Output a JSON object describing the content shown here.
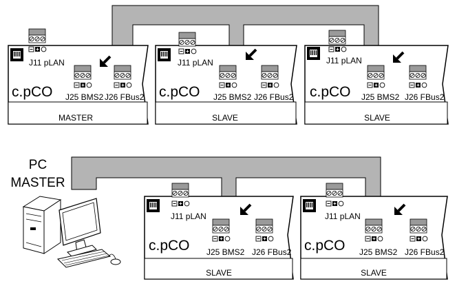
{
  "labels": {
    "brand": "c.pCO",
    "plan_port": "J11 pLAN",
    "bms_port": "J25 BMS2",
    "fbus_port": "J26 FBus2",
    "role_master": "MASTER",
    "role_slave": "SLAVE",
    "pc_line1": "PC",
    "pc_line2": "MASTER"
  },
  "colors": {
    "bus": "#b4b4b4",
    "line": "#000000",
    "terminal": "#9a9a9a"
  },
  "icons": [
    "rj45-socket-icon",
    "screw-terminal-icon",
    "arrow-icon",
    "desktop-computer-icon"
  ]
}
